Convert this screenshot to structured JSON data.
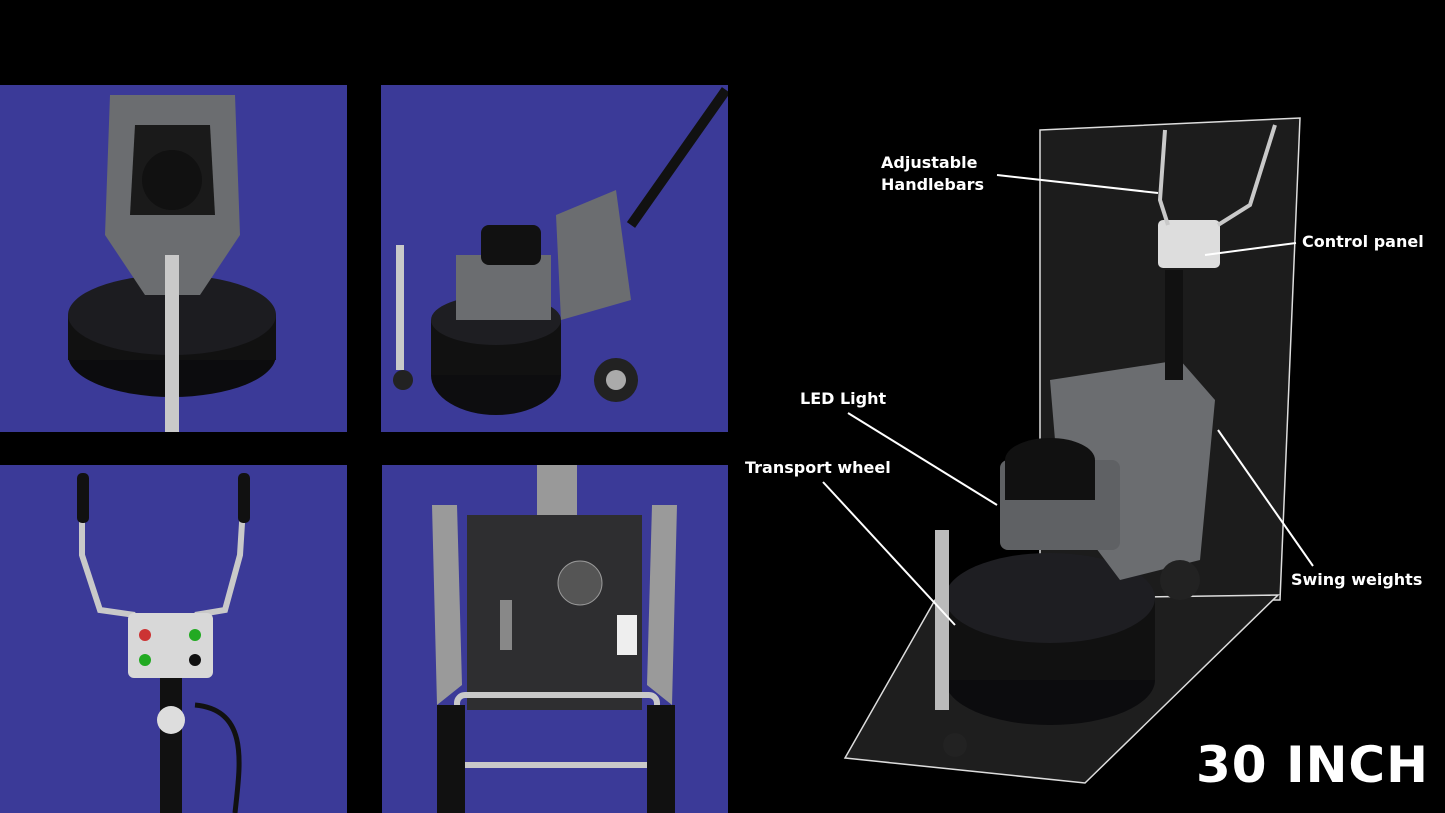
{
  "callouts": {
    "handlebars": [
      "Adjustable",
      "Handlebars"
    ],
    "control_panel": "Control panel",
    "led_light": "LED Light",
    "transport_wheel": "Transport wheel",
    "swing_weights": "Swing weights"
  },
  "size_label": "30 INCH",
  "colors": {
    "panel_blue": "#3b3a98",
    "background": "#000000",
    "machine_gray": "#6b6d70"
  }
}
